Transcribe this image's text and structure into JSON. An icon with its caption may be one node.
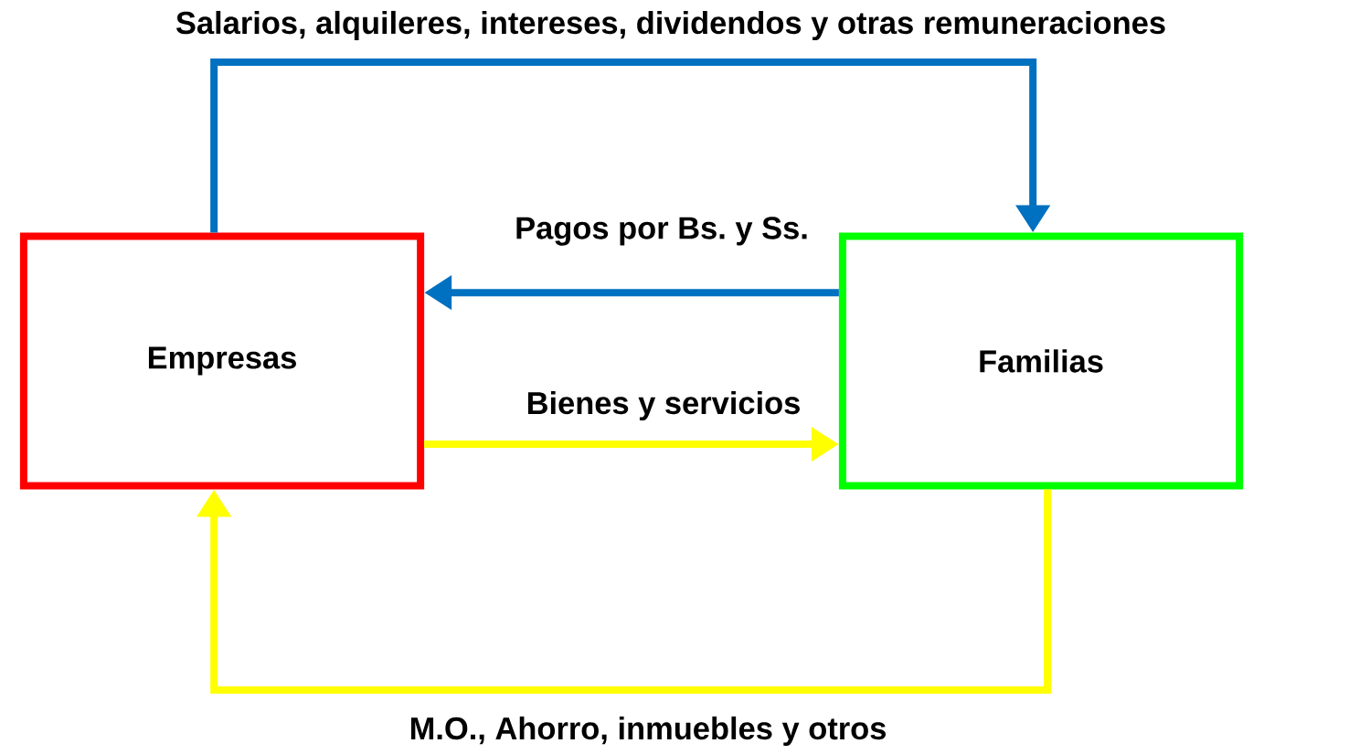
{
  "diagram": {
    "nodes": [
      {
        "text": [
          "Empresas"
        ]
      },
      {
        "text": [
          "Familias"
        ]
      }
    ],
    "edges": [
      {
        "from": 0,
        "to": 1,
        "arrow": "to",
        "label": "Salarios,  alquileres, intereses, dividendos y otras remuneraciones",
        "color": "#0070c0"
      },
      {
        "from": 1,
        "to": 0,
        "arrow": "to",
        "label": "Pagos por Bs. y Ss.",
        "color": "#0070c0"
      },
      {
        "from": 0,
        "to": 1,
        "arrow": "to",
        "label": "Bienes y servicios",
        "color": "#ffff00"
      },
      {
        "from": 1,
        "to": 0,
        "arrow": "to",
        "label": "M.O., Ahorro, inmuebles y otros",
        "color": "#ffff00"
      }
    ]
  }
}
